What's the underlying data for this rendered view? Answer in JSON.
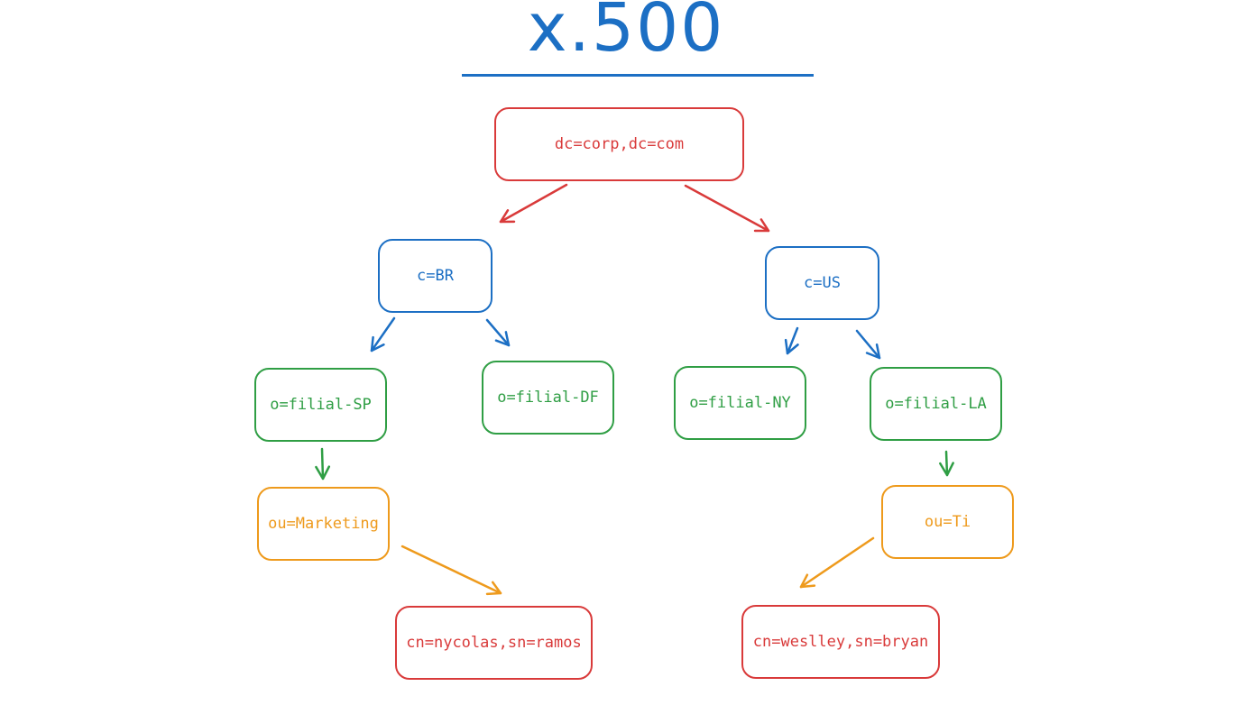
{
  "diagram": {
    "title": "x.500",
    "colors": {
      "title": "#1c6fc4",
      "root": "#d93a3a",
      "country": "#1c6fc4",
      "organization": "#2f9e44",
      "unit": "#ee9a1c",
      "person": "#d93a3a"
    },
    "nodes": {
      "root": "dc=corp,dc=com",
      "c_br": "c=BR",
      "c_us": "c=US",
      "o_sp": "o=filial-SP",
      "o_df": "o=filial-DF",
      "o_ny": "o=filial-NY",
      "o_la": "o=filial-LA",
      "ou_marketing": "ou=Marketing",
      "ou_ti": "ou=Ti",
      "cn_nycolas": "cn=nycolas,sn=ramos",
      "cn_weslley": "cn=weslley,sn=bryan"
    },
    "edges": [
      {
        "from": "root",
        "to": "c_br"
      },
      {
        "from": "root",
        "to": "c_us"
      },
      {
        "from": "c_br",
        "to": "o_sp"
      },
      {
        "from": "c_br",
        "to": "o_df"
      },
      {
        "from": "c_us",
        "to": "o_ny"
      },
      {
        "from": "c_us",
        "to": "o_la"
      },
      {
        "from": "o_sp",
        "to": "ou_marketing"
      },
      {
        "from": "o_la",
        "to": "ou_ti"
      },
      {
        "from": "ou_marketing",
        "to": "cn_nycolas"
      },
      {
        "from": "ou_ti",
        "to": "cn_weslley"
      }
    ]
  }
}
